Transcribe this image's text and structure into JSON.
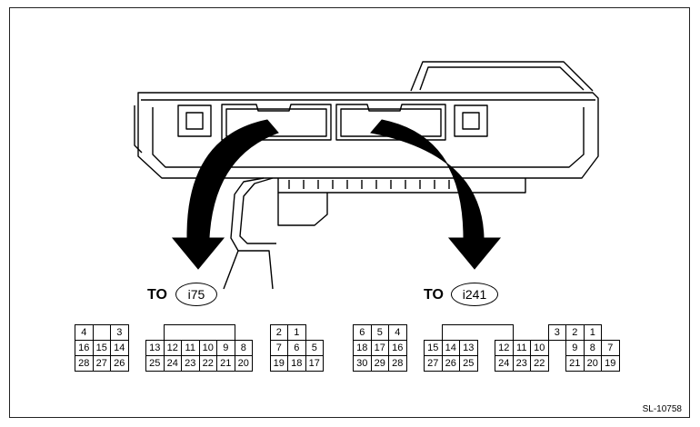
{
  "figure_id": "SL-10758",
  "left_connector": {
    "prefix": "TO",
    "id": "i75",
    "rows": [
      [
        "4",
        "",
        "3",
        "",
        "",
        "",
        "",
        "",
        "",
        "",
        "2",
        "1"
      ],
      [
        "16",
        "15",
        "14",
        "",
        "13",
        "12",
        "11",
        "10",
        "9",
        "8",
        "7",
        "6",
        "5"
      ],
      [
        "28",
        "27",
        "26",
        "25",
        "24",
        "23",
        "22",
        "21",
        "20",
        "19",
        "18",
        "17"
      ]
    ]
  },
  "right_connector": {
    "prefix": "TO",
    "id": "i241",
    "rows": [
      [
        "6",
        "5",
        "4",
        "",
        "",
        "",
        "",
        "",
        "3",
        "2",
        "1"
      ],
      [
        "18",
        "17",
        "16",
        "15",
        "14",
        "13",
        "12",
        "11",
        "10",
        "9",
        "8",
        "7"
      ],
      [
        "30",
        "29",
        "28",
        "27",
        "26",
        "25",
        "24",
        "23",
        "22",
        "21",
        "20",
        "19"
      ]
    ]
  }
}
